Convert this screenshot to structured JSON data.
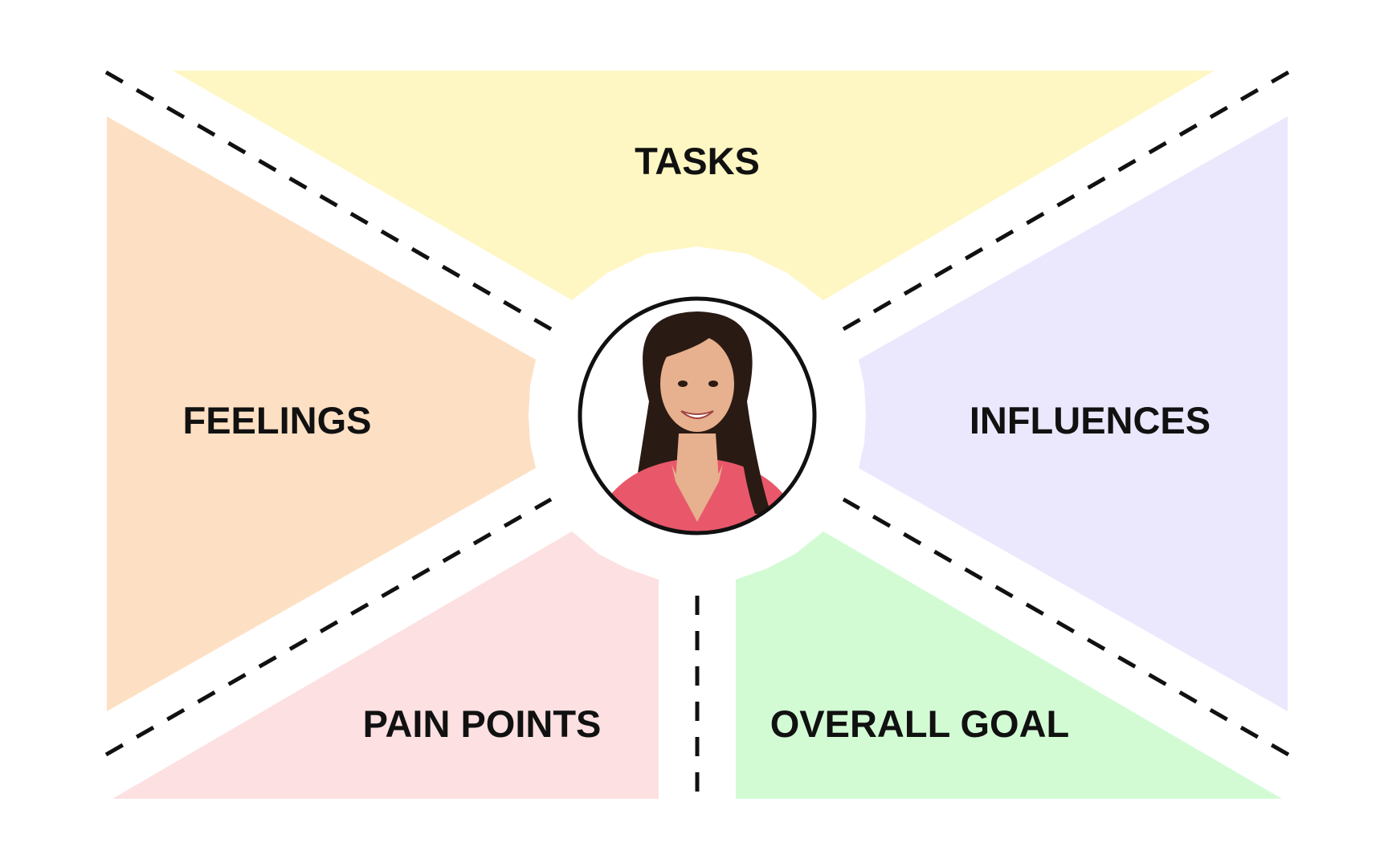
{
  "zones": {
    "tasks": {
      "label": "TASKS",
      "color": "#FEF7C3"
    },
    "feelings": {
      "label": "FEELINGS",
      "color": "#FDE0C3"
    },
    "influences": {
      "label": "INFLUENCES",
      "color": "#EBE7FD"
    },
    "pain_points": {
      "label": "PAIN POINTS",
      "color": "#FDE0E1"
    },
    "overall_goal": {
      "label": "OVERALL GOAL",
      "color": "#D2FBD4"
    }
  },
  "persona": {
    "icon": "person-portrait-icon",
    "colors": {
      "skin": "#E7B08E",
      "hair": "#2A1A14",
      "shirt": "#E8586A",
      "background": "#FFFFFF"
    }
  },
  "divider_color": "#111111"
}
